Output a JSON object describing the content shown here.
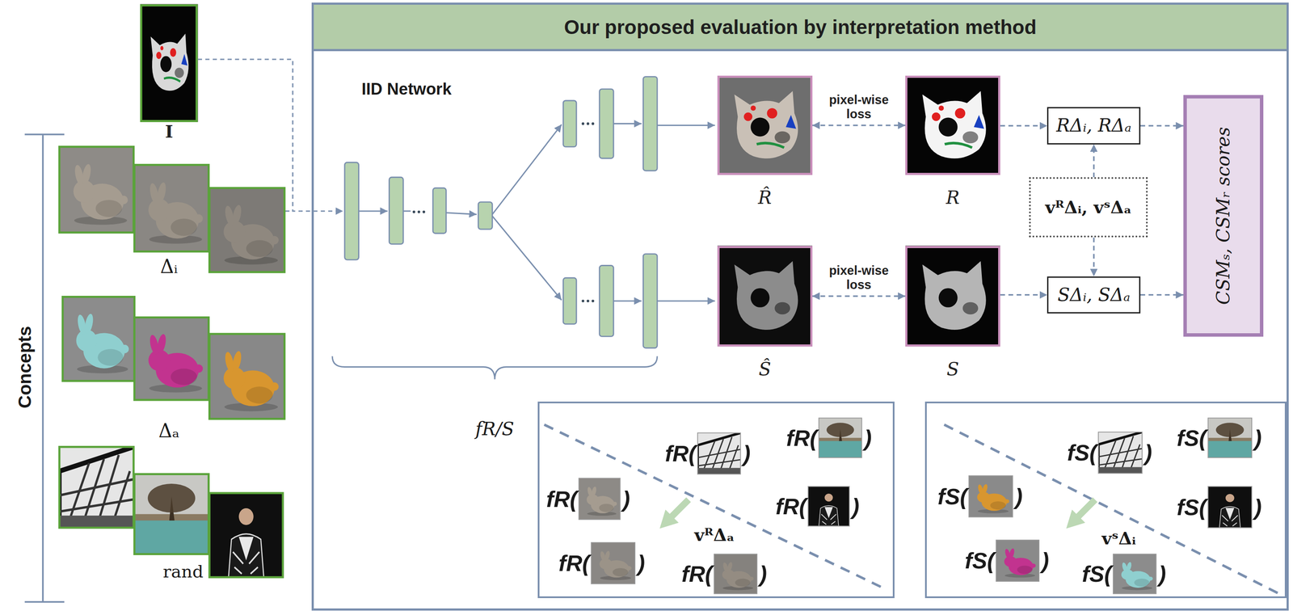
{
  "diagram": {
    "nodes": [
      {
        "text": [
          "Our proposed evaluation by interpretation method"
        ]
      },
      {
        "text": [
          "I"
        ]
      },
      {
        "text": [
          "R̂"
        ],
        "in": 0
      },
      {
        "text": [
          "R"
        ],
        "in": 0
      },
      {
        "text": [
          "Ŝ"
        ],
        "in": 0
      },
      {
        "text": [
          "S"
        ],
        "in": 0
      },
      {
        "text": [
          "RΔᵢ, RΔₐ"
        ],
        "in": 0
      },
      {
        "text": [
          "vᴿΔᵢ, vˢΔₐ"
        ],
        "in": 0
      },
      {
        "text": [
          "SΔᵢ, SΔₐ"
        ],
        "in": 0
      },
      {
        "text": [
          "CSMₛ, CSMᵣ scores"
        ],
        "in": 0
      },
      {
        "text": [
          "fR(",
          ")",
          "fR(",
          ")",
          "fR(",
          ")",
          "fR(",
          ")",
          "vᴿΔₐ",
          "fR(",
          ")",
          "fR(",
          ")"
        ],
        "in": 0
      },
      {
        "text": [
          "fS(",
          ")",
          "fS(",
          ")",
          "fS(",
          ")",
          "fS(",
          ")",
          "vˢΔᵢ",
          "fS(",
          ")",
          "fS(",
          ")"
        ],
        "in": 0
      }
    ],
    "edges": [
      {
        "from": 2,
        "to": 3,
        "label": "pixel-wise loss",
        "arrow": "both"
      },
      {
        "from": 4,
        "to": 5,
        "label": "pixel-wise loss",
        "arrow": "both"
      },
      {
        "from": 3,
        "to": 6,
        "arrow": "to"
      },
      {
        "from": 5,
        "to": 8,
        "arrow": "to"
      },
      {
        "from": 7,
        "to": 6,
        "arrow": "to"
      },
      {
        "from": 7,
        "to": 8,
        "arrow": "to"
      },
      {
        "from": 6,
        "to": 9,
        "arrow": "to"
      },
      {
        "from": 8,
        "to": 9,
        "arrow": "to"
      }
    ],
    "labels": [
      "Concepts",
      "Δᵢ",
      "Δₐ",
      "rand",
      "IID Network",
      "fR/S"
    ]
  }
}
